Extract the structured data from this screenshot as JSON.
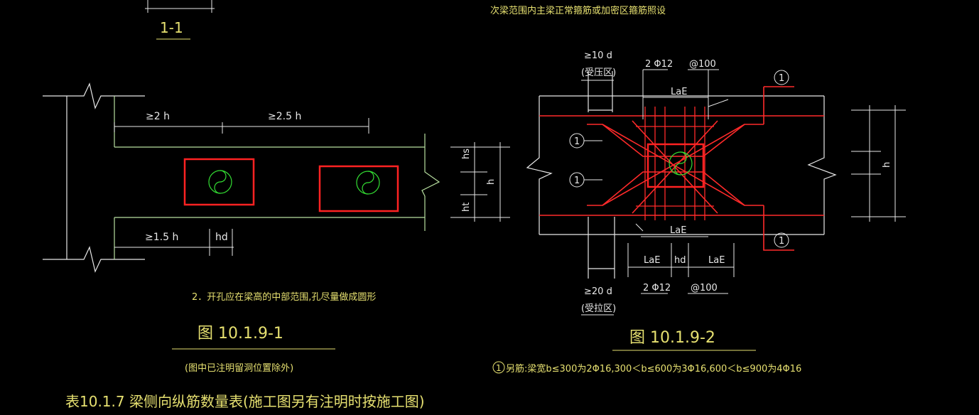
{
  "colors": {
    "background": "#000000",
    "beam_outline": "#b8e0a0",
    "dimension": "#e8e8e8",
    "rebar": "#ff2a2a",
    "hole_frame": "#ff2222",
    "symbol": "#33dd33",
    "text": "#e6e070"
  },
  "fig1": {
    "section_label": "1-1",
    "dim_2h": "≥2 h",
    "dim_25h": "≥2.5 h",
    "dim_15h": "≥1.5 h",
    "dim_hd": "hd",
    "dim_hs": "hs",
    "dim_ht": "ht",
    "dim_h": "h",
    "note": "2．开孔应在梁高的中部范围,孔尽量做成圆形",
    "caption": "图 10.1.9-1",
    "subcaption": "(图中已注明留洞位置除外)"
  },
  "fig2": {
    "top_note": "次梁范围内主梁正常箍筋或加密区箍筋照设",
    "dim_10d": "≥10 d",
    "zone_compression": "(受压区)",
    "bar_top": "2 Φ12",
    "spacing_top": "@100",
    "lae_top": "LaE",
    "lae_mid": "LaE",
    "lae_left": "LaE",
    "lae_right": "LaE",
    "dim_hd": "hd",
    "dim_20d": "≥20 d",
    "zone_tension": "(受拉区)",
    "bar_bottom": "2 Φ12",
    "spacing_bottom": "@100",
    "mark_1": "1",
    "dim_h": "h",
    "caption": "图 10.1.9-2",
    "footnote": "另筋:梁宽b≤300为2Φ16,300＜b≤600为3Φ16,600＜b≤900为4Φ16"
  },
  "table_title": "表10.1.7  梁侧向纵筋数量表(施工图另有注明时按施工图)"
}
